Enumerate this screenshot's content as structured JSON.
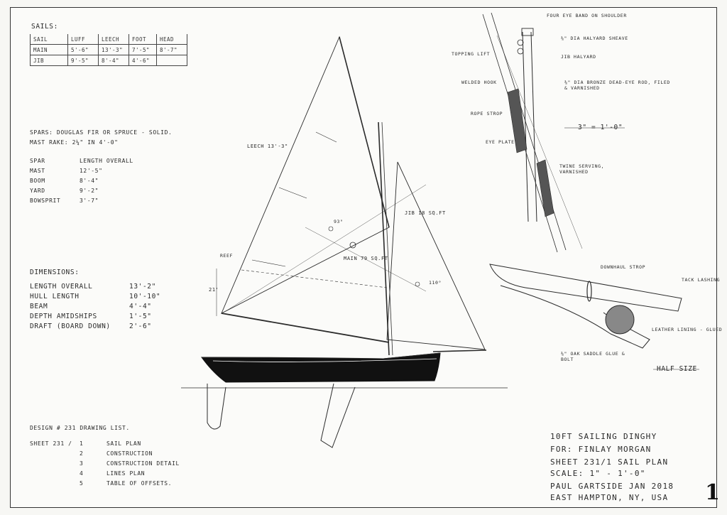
{
  "sails_table": {
    "title": "SAILS:",
    "headers": [
      "SAIL",
      "LUFF",
      "LEECH",
      "FOOT",
      "HEAD"
    ],
    "rows": [
      [
        "MAIN",
        "5'-6\"",
        "13'-3\"",
        "7'-5\"",
        "8'-7\""
      ],
      [
        "JIB",
        "9'-5\"",
        "8'-4\"",
        "4'-6\"",
        ""
      ]
    ]
  },
  "spars": {
    "line1": "SPARS: DOUGLAS FIR OR SPRUCE - SOLID.",
    "line2": "MAST RAKE: 2¼\" IN 4'-0\"",
    "header_spar": "SPAR",
    "header_len": "LENGTH OVERALL",
    "items": [
      {
        "name": "MAST",
        "length": "12'-5\""
      },
      {
        "name": "BOOM",
        "length": "8'-4\""
      },
      {
        "name": "YARD",
        "length": "9'-2\""
      },
      {
        "name": "BOWSPRIT",
        "length": "3'-7\""
      }
    ]
  },
  "dimensions": {
    "title": "DIMENSIONS:",
    "items": [
      {
        "name": "LENGTH OVERALL",
        "value": "13'-2\""
      },
      {
        "name": "HULL LENGTH",
        "value": "10'-10\""
      },
      {
        "name": "BEAM",
        "value": "4'-4\""
      },
      {
        "name": "DEPTH AMIDSHIPS",
        "value": "1'-5\""
      },
      {
        "name": "DRAFT (BOARD DOWN)",
        "value": "2'-6\""
      }
    ]
  },
  "drawing_list": {
    "title": "DESIGN # 231 DRAWING LIST.",
    "sheet_label": "SHEET 231 /",
    "items": [
      {
        "num": "1",
        "name": "SAIL PLAN"
      },
      {
        "num": "2",
        "name": "CONSTRUCTION"
      },
      {
        "num": "3",
        "name": "CONSTRUCTION DETAIL"
      },
      {
        "num": "4",
        "name": "LINES PLAN"
      },
      {
        "num": "5",
        "name": "TABLE OF OFFSETS."
      }
    ]
  },
  "sail_plan_labels": {
    "leech": "LEECH 13'-3\"",
    "main_area": "MAIN 79 SQ.FT",
    "jib_area": "JIB 18 SQ.FT",
    "reef": "REEF",
    "dim_21": "21'",
    "dim_93": "93°",
    "dim_110": "110°"
  },
  "mast_detail": {
    "labels": [
      "FOUR EYE BAND ON SHOULDER",
      "⅜\" DIA HALYARD SHEAVE",
      "JIB HALYARD",
      "TOPPING LIFT",
      "WELDED HOOK",
      "⅜\" DIA BRONZE DEAD-EYE ROD, FILED & VARNISHED",
      "ROPE STROP",
      "EYE PLATE",
      "TWINE SERVING, VARNISHED"
    ],
    "scale": "3\" = 1'-0\""
  },
  "jaw_detail": {
    "labels": [
      "DOWNHAUL STROP",
      "TACK LASHING",
      "LEATHER LINING - GLUED",
      "⅜\" OAK SADDLE GLUE & BOLT",
      "HALF SIZE"
    ]
  },
  "title_block": {
    "line1": "10FT SAILING DINGHY",
    "line2": "FOR: FINLAY MORGAN",
    "line3": "SHEET 231/1 SAIL PLAN",
    "line4": "SCALE: 1\" - 1'-0\"",
    "line5": "PAUL GARTSIDE JAN 2018",
    "line6": "EAST HAMPTON, NY, USA",
    "sheet_number": "1"
  }
}
